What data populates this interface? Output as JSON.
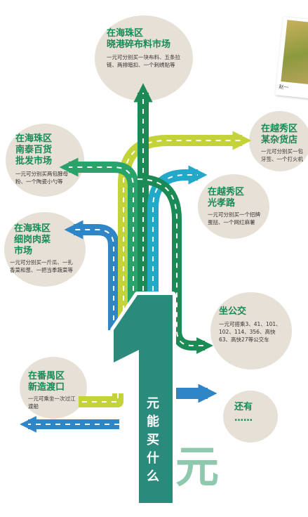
{
  "title": {
    "big_numeral": "1",
    "vertical_chars": [
      "元",
      "能",
      "买",
      "什",
      "么"
    ],
    "side_char": "元"
  },
  "destinations": [
    {
      "title_lines": [
        "在海珠区",
        "晓港碎布料市场"
      ],
      "desc": "一元可分别买一块布料、五条拉链、两排暗扣、一个刺绣贴等",
      "route_color": "#1b8a55"
    },
    {
      "title_lines": [
        "在越秀区",
        "某杂货店"
      ],
      "desc": "一元可分别买一包牙签、一个打火机",
      "route_color": "#c5d33a"
    },
    {
      "title_lines": [
        "在海珠区",
        "南泰百货",
        "批发市场"
      ],
      "desc": "一元可分别买两包酵母粉、一个陶瓷小勺等",
      "route_color": "#1b8a55"
    },
    {
      "title_lines": [
        "在越秀区",
        "光孝路"
      ],
      "desc": "一元可分别买一个招牌蛋挞、一个网红麻薯",
      "route_color": "#22a8c8"
    },
    {
      "title_lines": [
        "在海珠区",
        "细岗肉菜",
        "市场"
      ],
      "desc": "一元可分别买一斤瓜、一扎香菜和葱、一把当季蔬菜等",
      "route_color": "#2f86c6"
    },
    {
      "title_lines": [
        "坐公交"
      ],
      "desc": "一元可搭乘3、41、101、102、114、356、高快63、高快27等公交车",
      "route_color": "#1b8a55"
    },
    {
      "title_lines": [
        "在番禺区",
        "新造渡口"
      ],
      "desc": "一元可乘坐一次过江渡船",
      "route_color": "#c5d33a"
    },
    {
      "title_lines": [
        "还有",
        "……"
      ],
      "desc": "",
      "route_color": "#2f86c6"
    }
  ],
  "photo_caption": "赵一",
  "colors": {
    "blob": "#e7e0d6",
    "title_green": "#1a8a55",
    "big_one": "#2a8a7c",
    "side_yuan": "#8fc9ad",
    "dark_green": "#1b8a55",
    "mid_green": "#2aa36a",
    "lime": "#c5d33a",
    "blue": "#2f86c6",
    "cyan": "#22a8c8"
  }
}
